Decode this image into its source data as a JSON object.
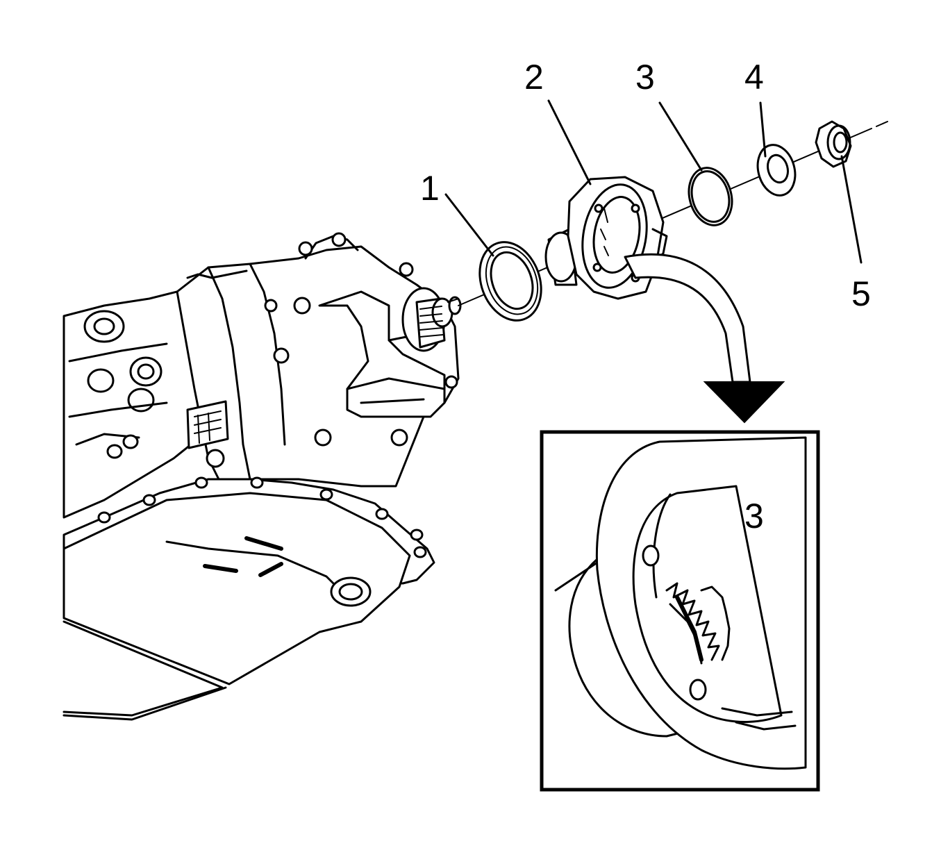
{
  "callouts": {
    "c1": "1",
    "c2": "2",
    "c3": "3",
    "c4": "4",
    "c5": "5",
    "detail_c3": "3"
  },
  "colors": {
    "line": "#000000",
    "background": "#ffffff"
  }
}
